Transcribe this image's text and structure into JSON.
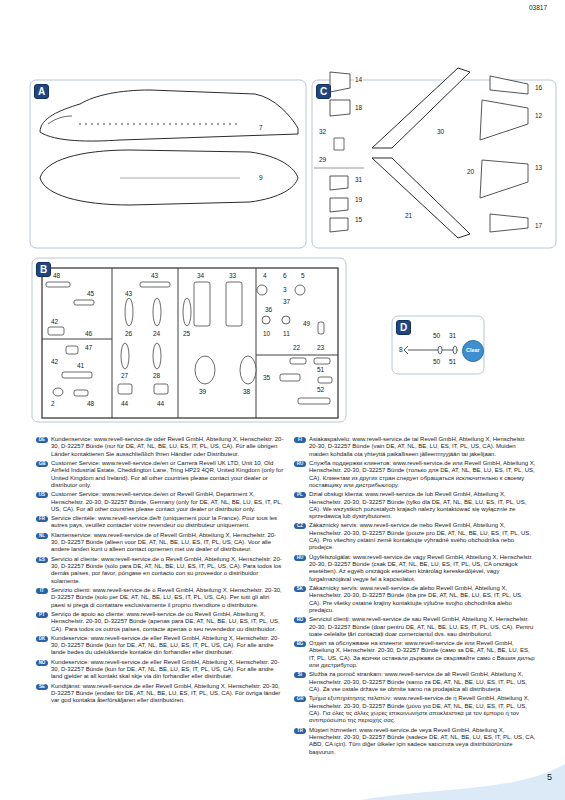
{
  "diagram": {
    "nodes": [
      {
        "text": [
          "A"
        ]
      },
      {
        "text": [
          "C"
        ]
      },
      {
        "text": [
          "B"
        ]
      },
      {
        "text": [
          "D"
        ]
      },
      {
        "text": [
          "Clear"
        ]
      }
    ],
    "labels": [
      "7",
      "9",
      "14",
      "18",
      "32",
      "29",
      "31",
      "19",
      "15",
      "30",
      "16",
      "12",
      "13",
      "20",
      "21",
      "17",
      "48",
      "45",
      "43",
      "43",
      "34",
      "33",
      "4",
      "6",
      "5",
      "3",
      "37",
      "36",
      "42",
      "46",
      "26",
      "24",
      "25",
      "10",
      "11",
      "49",
      "47",
      "42",
      "41",
      "22",
      "23",
      "27",
      "28",
      "35",
      "51",
      "52",
      "39",
      "38",
      "2",
      "48",
      "44",
      "44",
      "8",
      "50",
      "31",
      "50",
      "51",
      "03817",
      "5",
      "DE",
      "Kundenservice: www.revell-service.de oder Revell GmbH, Abteilung X, Henschelstr. 20-30, D-32257 Bünde (nur für DE, AT, NL, BE, LU, ES, IT, PL, US, CA). Für alle übrigen Länder kontaktieren Sie ausschließlich Ihren Händler oder Distributeur.",
      "GB",
      "Customer Service: www.revell-service.de/en or Carrera Revell UK LTD, Unit 10, Old Airfield Industrial Estate, Cheddington Lane, Tring HP23 4QR, United Kingdom (only for United Kingdom and Ireland). For all other countries please contact your dealer or distributor only.",
      "US",
      "Customer Service: www.revell-service.de/en or Revell GmbH, Department X, Henschelstr. 20-30, D-32257 Bünde, Germany (only for DE, AT, NL, BE, LU, ES, IT, PL, US, CA). For all other countries please contact your dealer or distributor only.",
      "FR",
      "Service clientèle: www.revell-service.de/fr (uniquement pour la France). Pour tous les autres pays, veuillez contacter votre revendeur ou distributeur uniquement.",
      "NL",
      "Klantenservice: www.revell-service.de of Revell GmbH, Abteilung X, Henschelstr. 20-30, D-32257 Bünde (alleen voor DE, AT, NL, BE, LU, ES, IT, PL, US, CA). Voor alle andere landen kunt u alleen contact opnemen met uw dealer of distributeur.",
      "ES",
      "Servicio al cliente: www.revell-service.de o Revell GmbH, Abteilung X, Henschelstr. 20-30, D-32257 Bünde (sólo para DE, AT, NL, BE, LU, ES, IT, PL, US, CA). Para todos los demás países, por favor, póngase en contacto con su proveedor o distribuidor solamente.",
      "IT",
      "Servizio clienti: www.revell-service.de o Revell GmbH, Abteilung X, Henschelstr. 20-30, D-32257 Bünde (solo per DE, AT, NL, BE, LU, ES, IT, PL, US, CA). Per tutti gli altri paesi si prega di contattare esclusivamente il proprio rivenditore o distributore.",
      "PT",
      "Serviço de apoio ao cliente: www.revell-service.de ou Revell GmbH, Abteilung X, Henschelstr. 20-30, D-32257 Bünde (apenas para DE, AT, NL, BE, LU, ES, IT, PL, US, CA). Para todos os outros países, contacte apenas o seu revendedor ou distribuidor.",
      "DK",
      "Kundeservice: www.revell-service.de eller Revell GmbH, Abteilung X, Henschelstr. 20-30, D-32257 Bünde (kun for DE, AT, NL, BE, LU, ES, IT, PL, US, CA). For alle andre lande bedes du udelukkende kontakte din forhandler eller distributør.",
      "NO",
      "Kundeservice: www.revell-service.de eller Revell GmbH, Abteilung X, Henschelstr. 20-30, D-32257 Bünde (kun for DE, AT, NL, BE, LU, ES, IT, PL, US, CA). For alle andre land gjelder at all kontakt skal skje via din forhandler eller distributør.",
      "SE",
      "Kundtjänst: www.revell-service.de eller Revell GmbH, Abteilung X, Henschelstr. 20-30, D-32257 Bünde (endast för DE, AT, NL, BE, LU, ES, IT, PL, US, CA). För övriga länder var god kontakta återförsäljaren eller distributören.",
      "FI",
      "Asiakaspalvelu: www.revell-service.de tai Revell GmbH, Abteilung X, Henschelstr. 20-30, D-32257 Bünde (vain DE, AT, NL, BE, LU, ES, IT, PL, US, CA). Muiden maiden kohdalla ota yhteyttä paikalliseen jälleenmyyjään tai jakelijaan.",
      "RU",
      "Служба поддержки клиентов: www.revell-service.de или Revell GmbH, Abteilung X, Henschelstr. 20-30, D-32257 Bünde (только для DE, AT, NL, BE, LU, ES, IT, PL, US, CA). Клиентам из других стран следует обращаться исключительно к своему поставщику или дистрибьютору.",
      "PL",
      "Dział obsługi klienta: www.revell-service.de lub Revell GmbH, Abteilung X, Henschelstr. 20-30, D-32257 Bünde (tylko dla DE, AT, NL, BE, LU, ES, IT, PL, US, CA). We wszystkich pozostałych krajach należy kontaktować się wyłącznie ze sprzedawcą lub dystrybutorem.",
      "CZ",
      "Zákaznický servis: www.revell-service.de nebo Revell GmbH, Abteilung X, Henschelstr. 20-30, D-32257 Bünde (pouze pro DE, AT, NL, BE, LU, ES, IT, PL, US, CA). Pro všechny ostatní země kontaktujte výhradně svého obchodníka nebo prodejce.",
      "HU",
      "Ügyfélszolgálat: www.revell-service.de vagy Revell GmbH, Abteilung X, Henschelstr. 20-30, D-32257 Bünde (csak DE, AT, NL, BE, LU, ES, IT, PL, US, CA országok esetében). Az egyéb országok esetében kizárólag kereskedőjével, vagy forgalmazójával vegye fel a kapcsolatot.",
      "SK",
      "Zákaznícky servis: www.revell-service.de alebo Revell GmbH, Abteilung X, Henschelstr. 20-30, D-32257 Bünde (iba pre DE, AT, NL, BE, LU, ES, IT, PL, US, CA). Pre všetky ostatné krajiny kontaktujte výlučne svojho obchodníka alebo predajcu.",
      "RO",
      "Serviciul clienți: www.revell-service.de sau Revell GmbH, Abteilung X, Henschelstr. 20-30, D-32257 Bünde (doar pentru DE, AT, NL, BE, LU, ES, IT, PL, US, CA). Pentru toate celelalte țări contactați doar comerciantul dvs. sau distribuitorul.",
      "BG",
      "Отдел за обслужване на клиенти: www.revell-service.de или Revell GmbH, Abteilung X, Henschelstr. 20-30, D-32257 Bünde (само за DE, AT, NL, BE, LU, ES, IT, PL, US, CA). За всички останали държави се свързвайте само с Вашия дилър или дистрибутор.",
      "SI",
      "Služba za pomoč strankam: www.revell-service.de ali Revell GmbH, Abteilung X, Henschelstr. 20-30, D-32257 Bünde (samo za DE, AT, NL, BE, LU, ES, IT, PL, US, CA). Za vse ostale države se obrnite samo na prodajalca ali distributerja.",
      "GR",
      "Τμήμα εξυπηρέτησης πελατών: www.revell-service.de ή Revell GmbH, Abteilung X, Henschelstr. 20-30, D-32257 Bünde (μόνο για DE, AT, NL, BE, LU, ES, IT, PL, US, CA). Για όλες τις άλλες χώρες επικοινωνήστε αποκλειστικά με τον έμπορο ή τον αντιπρόσωπο της περιοχής σας.",
      "TR",
      "Müşteri hizmetleri: www.revell-service.de veya Revell GmbH, Abteilung X, Henschelstr. 20-30, D-32257 Bünde (sadece DE, AT, NL, BE, LU, ES, IT, PL, US, CA, ABD, CA için). Tüm diğer ülkeler için sadece satıcınıza veya distribütörünüze başvurun."
    ]
  }
}
